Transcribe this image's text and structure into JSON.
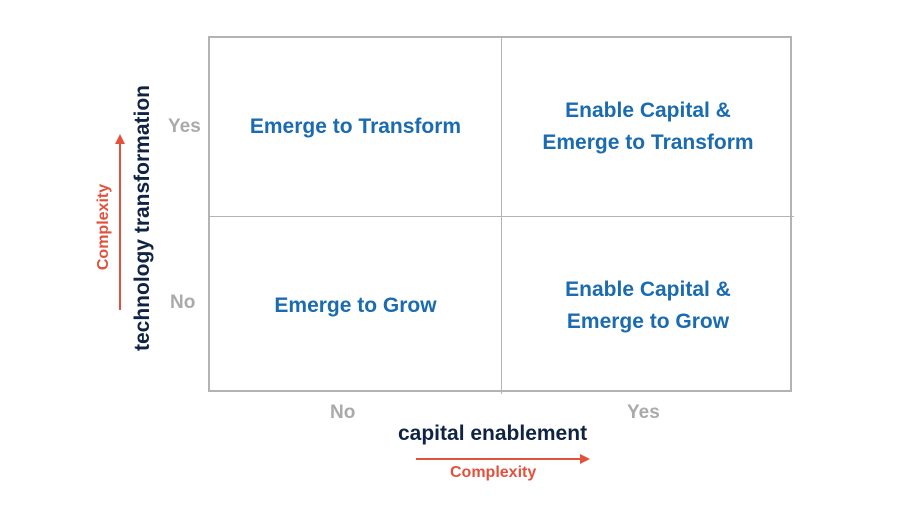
{
  "quadrants": {
    "top_left": "Emerge to Transform",
    "top_right": "Enable Capital &\nEmerge to Transform",
    "bottom_left": "Emerge to Grow",
    "bottom_right": "Enable Capital &\nEmerge to Grow"
  },
  "y_axis": {
    "title": "technology transformation",
    "ticks": {
      "yes": "Yes",
      "no": "No"
    },
    "arrow_label": "Complexity"
  },
  "x_axis": {
    "title": "capital enablement",
    "ticks": {
      "no": "No",
      "yes": "Yes"
    },
    "arrow_label": "Complexity"
  },
  "colors": {
    "quadrant_text": "#1a6bb0",
    "axis_title": "#0f2444",
    "tick_text": "#aaaaaa",
    "grid_line": "#b3b3b3",
    "arrow": "#e2513c"
  }
}
